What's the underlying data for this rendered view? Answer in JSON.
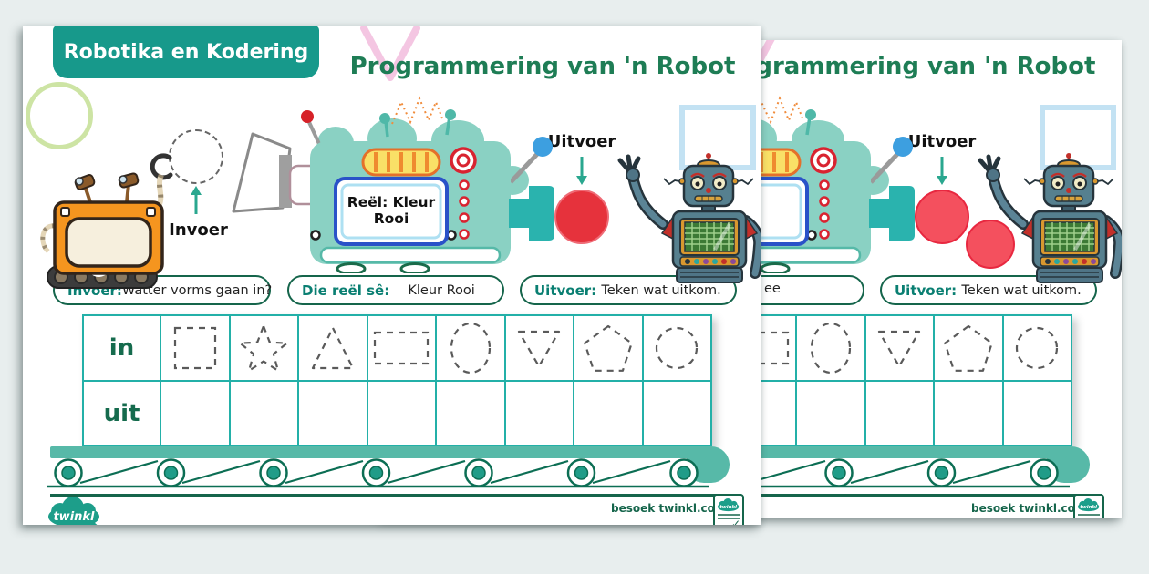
{
  "background_color": "#e8eeee",
  "shared": {
    "badge": "Robotika en Kodering",
    "title": "Programmering van 'n Robot",
    "invoer_label": "Invoer",
    "uitvoer_label": "Uitvoer",
    "pills": {
      "invoer_label": "Invoer:",
      "invoer_text": "Watter vorms gaan in?",
      "uitvoer_label": "Uitvoer:",
      "uitvoer_text": "Teken wat uitkom."
    },
    "table": {
      "row_in": "in",
      "row_uit": "uit",
      "shapes": [
        "square",
        "star",
        "triangle",
        "rectangle",
        "oval",
        "triangle-down",
        "pentagon",
        "circle"
      ]
    },
    "footer": {
      "visit_text": "besoek twinkl.co.za",
      "logo_text": "twinkl"
    },
    "icons": [
      "dashed-circle-shape",
      "arrow-up-icon",
      "arrow-down-icon",
      "funnel",
      "shape-machine",
      "orange-robot",
      "retro-robot",
      "conveyor-belt",
      "twinkl-cloud-logo",
      "quality-badge",
      "check-icon",
      "green-circle-decor",
      "pink-v-decor",
      "blue-square-decor",
      "orange-zigzag-decor"
    ],
    "colors": {
      "badge_teal": "#17998b",
      "title_green": "#1e7d55",
      "pill_border_green": "#15654b",
      "pill_label_teal": "#0a7f72",
      "table_teal": "#23b0a8",
      "machine_teal": "#8ad1c3",
      "nozzle_teal": "#2ab3ae",
      "belt_teal": "#57b9a8",
      "output_red_page1": "#e6323c",
      "output_pink_page2": "#f4505e",
      "decor_green": "#cde4a4",
      "decor_pink": "#f4c6e2",
      "decor_blue": "#c3e2f3",
      "decor_orange": "#f08c3c"
    }
  },
  "pages": [
    {
      "screen_text": "Reël: Kleur Rooi",
      "rule_label": "Die reël sê:",
      "rule_value": "Kleur Rooi",
      "rule_fragment": ""
    },
    {
      "screen_text": "",
      "rule_label": "",
      "rule_value": "",
      "rule_fragment": "ee"
    }
  ]
}
